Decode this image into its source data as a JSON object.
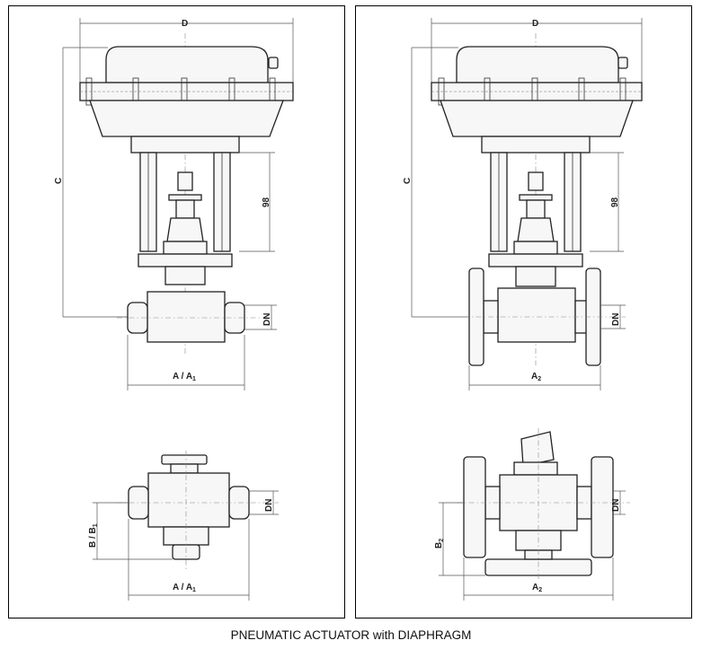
{
  "caption": "PNEUMATIC ACTUATOR with DIAPHRAGM",
  "left_panel": {
    "dim_top_width": "D",
    "dim_height": "C",
    "dim_stroke": "98",
    "dim_nominal_upper": "DN",
    "dim_face_upper": "A / A",
    "dim_face_upper_sub": "1",
    "dim_nominal_lower": "DN",
    "dim_side_height": "B / B",
    "dim_side_height_sub": "1",
    "dim_face_lower": "A / A",
    "dim_face_lower_sub": "1"
  },
  "right_panel": {
    "dim_top_width": "D",
    "dim_height": "C",
    "dim_stroke": "98",
    "dim_nominal_upper": "DN",
    "dim_face_upper": "A",
    "dim_face_upper_sub": "2",
    "dim_nominal_lower": "DN",
    "dim_side_height": "B",
    "dim_side_height_sub": "2",
    "dim_face_lower": "A",
    "dim_face_lower_sub": "2"
  }
}
